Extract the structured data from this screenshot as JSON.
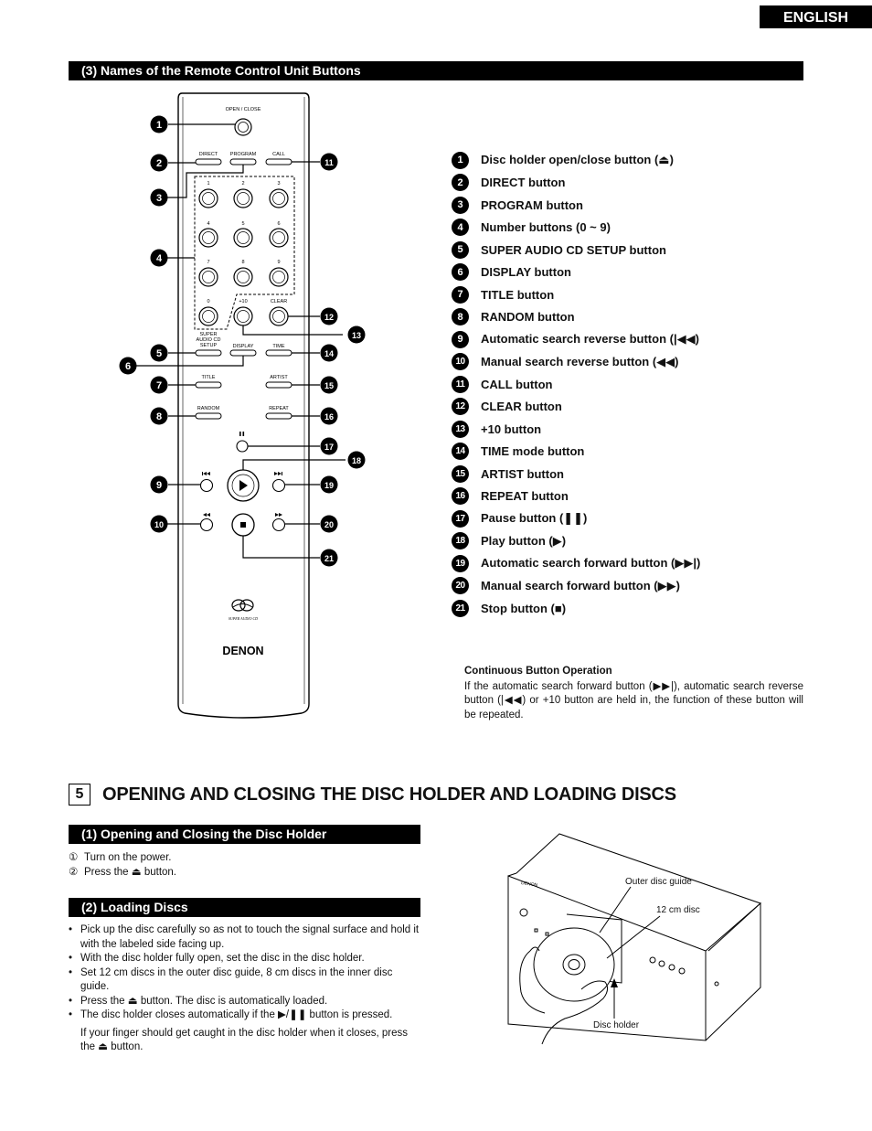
{
  "header": {
    "language_tab": "ENGLISH"
  },
  "remote_section": {
    "title": "(3) Names of the Remote Control Unit Buttons",
    "remote_labels": {
      "open_close": "OPEN / CLOSE",
      "direct": "DIRECT",
      "program": "PROGRAM",
      "call": "CALL",
      "n1": "1",
      "n2": "2",
      "n3": "3",
      "n4": "4",
      "n5": "5",
      "n6": "6",
      "n7": "7",
      "n8": "8",
      "n9": "9",
      "n0": "0",
      "plus10": "+10",
      "clear": "CLEAR",
      "sacd_1": "SUPER",
      "sacd_2": "AUDIO CD",
      "sacd_3": "SETUP",
      "display": "DISPLAY",
      "time": "TIME",
      "title": "TITLE",
      "artist": "ARTIST",
      "random": "RANDOM",
      "repeat": "REPEAT",
      "brand": "DENON",
      "logo_text": "SUPER AUDIO CD"
    },
    "callouts": [
      "1",
      "2",
      "3",
      "4",
      "5",
      "6",
      "7",
      "8",
      "9",
      "10",
      "11",
      "12",
      "13",
      "14",
      "15",
      "16",
      "17",
      "18",
      "19",
      "20",
      "21"
    ],
    "buttons": [
      {
        "num": "1",
        "label": "Disc holder open/close button (⏏)"
      },
      {
        "num": "2",
        "label": "DIRECT button"
      },
      {
        "num": "3",
        "label": "PROGRAM button"
      },
      {
        "num": "4",
        "label": "Number buttons (0 ~ 9)"
      },
      {
        "num": "5",
        "label": "SUPER AUDIO CD SETUP button"
      },
      {
        "num": "6",
        "label": "DISPLAY button"
      },
      {
        "num": "7",
        "label": "TITLE button"
      },
      {
        "num": "8",
        "label": "RANDOM button"
      },
      {
        "num": "9",
        "label": "Automatic search reverse button (|◀◀)"
      },
      {
        "num": "10",
        "label": "Manual search reverse button (◀◀)"
      },
      {
        "num": "11",
        "label": "CALL button"
      },
      {
        "num": "12",
        "label": "CLEAR button"
      },
      {
        "num": "13",
        "label": "+10 button"
      },
      {
        "num": "14",
        "label": "TIME mode button"
      },
      {
        "num": "15",
        "label": "ARTIST button"
      },
      {
        "num": "16",
        "label": "REPEAT button"
      },
      {
        "num": "17",
        "label": "Pause button (❚❚)"
      },
      {
        "num": "18",
        "label": "Play button (▶)"
      },
      {
        "num": "19",
        "label": "Automatic search forward button (▶▶|)"
      },
      {
        "num": "20",
        "label": "Manual search forward button (▶▶)"
      },
      {
        "num": "21",
        "label": "Stop button (■)"
      }
    ],
    "continuous": {
      "heading": "Continuous Button Operation",
      "text": "If the automatic search forward button (▶▶|), automatic search reverse button (|◀◀) or +10 button are held in, the function of these button will be repeated."
    }
  },
  "section5": {
    "number": "5",
    "title": "OPENING AND CLOSING THE DISC HOLDER AND LOADING DISCS",
    "sub1": {
      "title": "(1) Opening and Closing the Disc Holder",
      "steps": [
        {
          "num": "①",
          "text": "Turn on the power."
        },
        {
          "num": "②",
          "text": "Press the ⏏ button."
        }
      ]
    },
    "sub2": {
      "title": "(2) Loading Discs",
      "bullets": [
        "Pick up the disc carefully so as not to touch the signal surface and hold it with the labeled side facing up.",
        "With the disc holder fully open, set the disc in the disc holder.",
        "Set 12 cm discs in the outer disc guide, 8 cm discs in the inner disc guide.",
        "Press the ⏏ button. The disc is automatically loaded.",
        "The disc holder closes automatically if the ▶/❚❚ button is pressed."
      ],
      "note": "If your finger should get caught in the disc holder when it closes, press the ⏏ button."
    },
    "figure": {
      "outer_disc_guide": "Outer disc guide",
      "disc_12cm": "12 cm disc",
      "disc_holder": "Disc holder",
      "panel_brand": "DENON"
    }
  }
}
